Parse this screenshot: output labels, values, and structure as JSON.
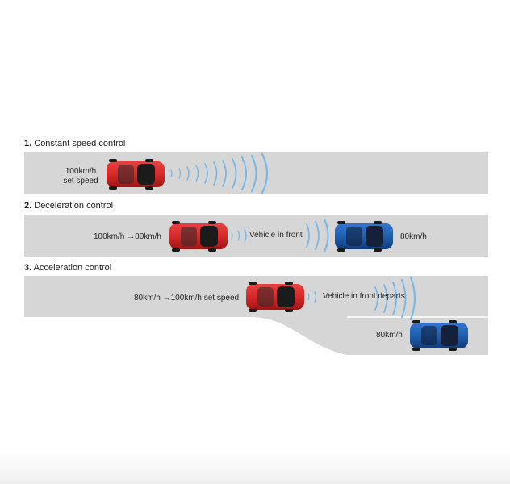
{
  "colors": {
    "road": "#d6d6d6",
    "red_car": "#d62a2a",
    "blue_car": "#1f5fb0",
    "wave": "#79b8e6",
    "text": "#2a2a2a"
  },
  "sections": [
    {
      "number": "1.",
      "title": "Constant speed control",
      "labels": {
        "speed_line1": "100km/h",
        "speed_line2": "set speed"
      }
    },
    {
      "number": "2.",
      "title": "Deceleration control",
      "labels": {
        "speed": "100km/h →80km/h",
        "vehicle": "Vehicle in front",
        "front_speed": "80km/h"
      }
    },
    {
      "number": "3.",
      "title": "Acceleration control",
      "labels": {
        "speed": "80km/h →100km/h set speed",
        "vehicle": "Vehicle in front departs",
        "front_speed": "80km/h"
      }
    }
  ]
}
